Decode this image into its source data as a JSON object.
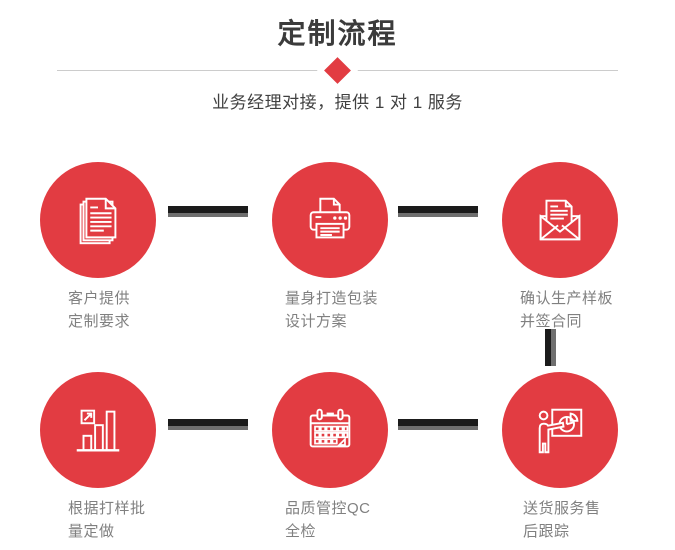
{
  "header": {
    "title": "定制流程",
    "subtitle": "业务经理对接，提供 1 对 1 服务"
  },
  "steps": [
    {
      "icon": "documents-icon",
      "label_line1": "客户提供",
      "label_line2": "定制要求"
    },
    {
      "icon": "printer-icon",
      "label_line1": "量身打造包装",
      "label_line2": "设计方案"
    },
    {
      "icon": "envelope-icon",
      "label_line1": "确认生产样板",
      "label_line2": "并签合同"
    },
    {
      "icon": "bar-chart-icon",
      "label_line1": "根据打样批",
      "label_line2": "量定做"
    },
    {
      "icon": "calendar-icon",
      "label_line1": "品质管控QC",
      "label_line2": "全检"
    },
    {
      "icon": "presenter-icon",
      "label_line1": "送货服务售",
      "label_line2": "后跟踪"
    }
  ],
  "colors": {
    "accent_red": "#e23c42",
    "icon_stroke": "#ffffff",
    "connector_dark": "#1b1b1b",
    "connector_gray": "#6f6f6f",
    "title_text": "#3b3b3b",
    "label_text": "#808080",
    "divider": "#cccccc"
  }
}
